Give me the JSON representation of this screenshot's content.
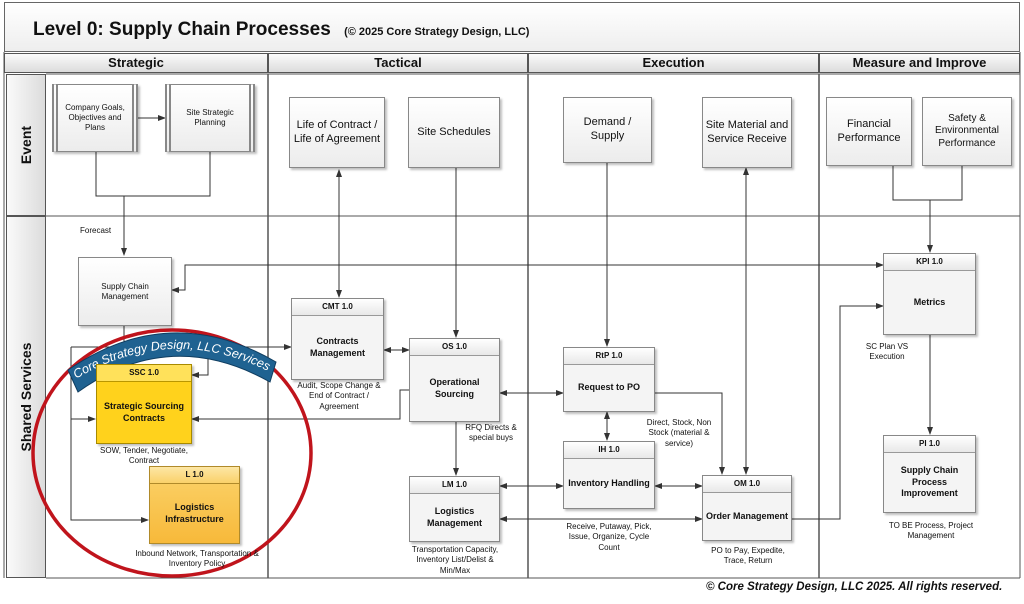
{
  "header": {
    "title": "Level 0: Supply Chain Processes",
    "copyright": "(© 2025 Core Strategy Design, LLC)"
  },
  "columns": [
    "Strategic",
    "Tactical",
    "Execution",
    "Measure and Improve"
  ],
  "lanes": [
    "Event",
    "Shared Services"
  ],
  "events": {
    "goals": "Company Goals, Objectives and Plans",
    "site_planning": "Site Strategic Planning",
    "life_of_contract": "Life of Contract / Life of Agreement",
    "site_schedules": "Site Schedules",
    "demand_supply": "Demand / Supply",
    "site_material": "Site Material and Service Receive",
    "financial": "Financial Performance",
    "safety": "Safety & Environmental Performance"
  },
  "boxes": {
    "scm": "Supply Chain Management"
  },
  "processes": {
    "cmt": {
      "id": "CMT 1.0",
      "name": "Contracts Management"
    },
    "os": {
      "id": "OS 1.0",
      "name": "Operational Sourcing"
    },
    "rtp": {
      "id": "RtP 1.0",
      "name": "Request to PO"
    },
    "ih": {
      "id": "IH 1.0",
      "name": "Inventory Handling"
    },
    "lm": {
      "id": "LM 1.0",
      "name": "Logistics Management"
    },
    "om": {
      "id": "OM 1.0",
      "name": "Order Management"
    },
    "kpi": {
      "id": "KPI 1.0",
      "name": "Metrics"
    },
    "pi": {
      "id": "PI 1.0",
      "name": "Supply Chain Process Improvement"
    },
    "ssc": {
      "id": "SSC 1.0",
      "name": "Strategic Sourcing Contracts"
    },
    "li": {
      "id": "L 1.0",
      "name": "Logistics Infrastructure"
    }
  },
  "notes": {
    "forecast": "Forecast",
    "cmt": "Audit, Scope Change & End of Contract / Agreement",
    "rfq": "RFQ Directs & special buys",
    "direct": "Direct, Stock, Non Stock (material & service)",
    "receive": "Receive, Putaway, Pick, Issue, Organize, Cycle Count",
    "transport": "Transportation Capacity, Inventory List/Delist & Min/Max",
    "po_pay": "PO to Pay, Expedite, Trace, Return",
    "sc_plan": "SC Plan VS Execution",
    "to_be": "TO BE Process, Project Management",
    "sow": "SOW, Tender, Negotiate, Contract",
    "inbound": "Inbound Network, Transportation & Inventory Policy"
  },
  "ribbon": "Core Strategy Design, LLC Services",
  "footer": "© Core Strategy Design, LLC 2025. All rights reserved.",
  "colors": {
    "highlight_circle": "#c0141c",
    "ribbon": "#1f6291",
    "gold": "#ffd21c",
    "orange": "#f7b93a"
  }
}
